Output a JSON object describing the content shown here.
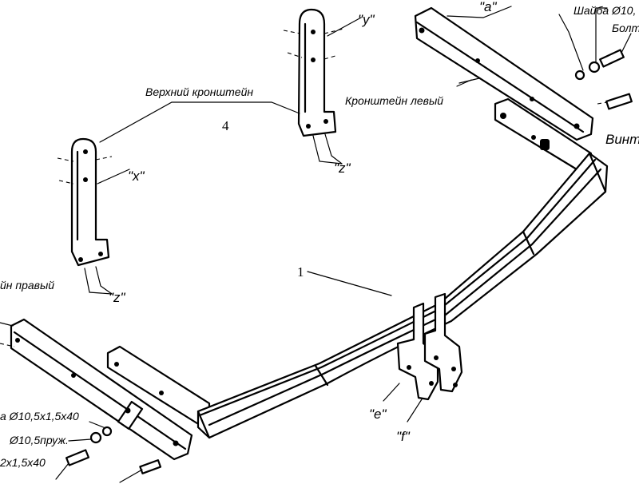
{
  "labels": {
    "upper_bracket": "Верхний кронштейн",
    "left_bracket": "Кронштейн левый",
    "right_bracket": "йн правый",
    "washer_top": "Шайба Ø10,",
    "bolt_top": "Болт",
    "screw_top": "Винт",
    "washer_flat_bottom": "а Ø10,5х1,5х40",
    "washer_spring_bottom": "Ø10,5пруж.",
    "bolt_bottom": "2х1,5х40",
    "part_1": "1",
    "part_4": "4",
    "x": "\"x\"",
    "y": "\"y\"",
    "z_left": "\"z\"",
    "z_right": "\"z\"",
    "a": "\"a\"",
    "e": "\"e\"",
    "f": "\"f\""
  }
}
